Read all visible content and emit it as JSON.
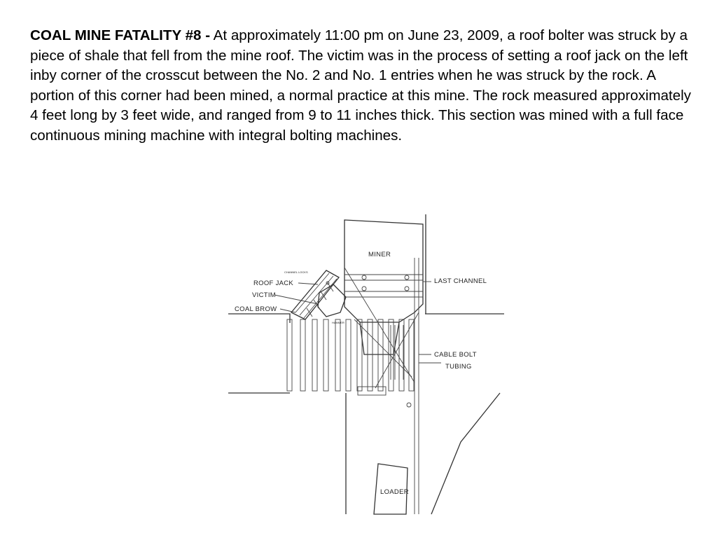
{
  "paragraph": {
    "heading": "COAL MINE FATALITY #8 -",
    "body": "At approximately 11:00 pm on June 23, 2009, a roof bolter was struck by a piece of shale that fell from the mine roof. The victim was in the process of setting a roof jack on the left inby corner of the crosscut between the No. 2 and No. 1 entries when he was struck by the rock. A portion of this corner had been mined, a normal practice at this mine. The rock measured approximately 4 feet long by 3 feet wide, and ranged from 9 to 11 inches thick. This section was mined with a full face continuous mining machine with integral bolting machines."
  },
  "diagram": {
    "labels": {
      "miner": "MINER",
      "channel_locks": "CHANNEL LOCKS",
      "roof_jack": "ROOF JACK",
      "victim": "VICTIM",
      "coal_brow": "COAL BROW",
      "last_channel": "LAST CHANNEL",
      "cable_bolt": "CABLE BOLT",
      "tubing": "TUBING",
      "loader": "LOADER",
      "hammer": "HAMMER"
    }
  }
}
